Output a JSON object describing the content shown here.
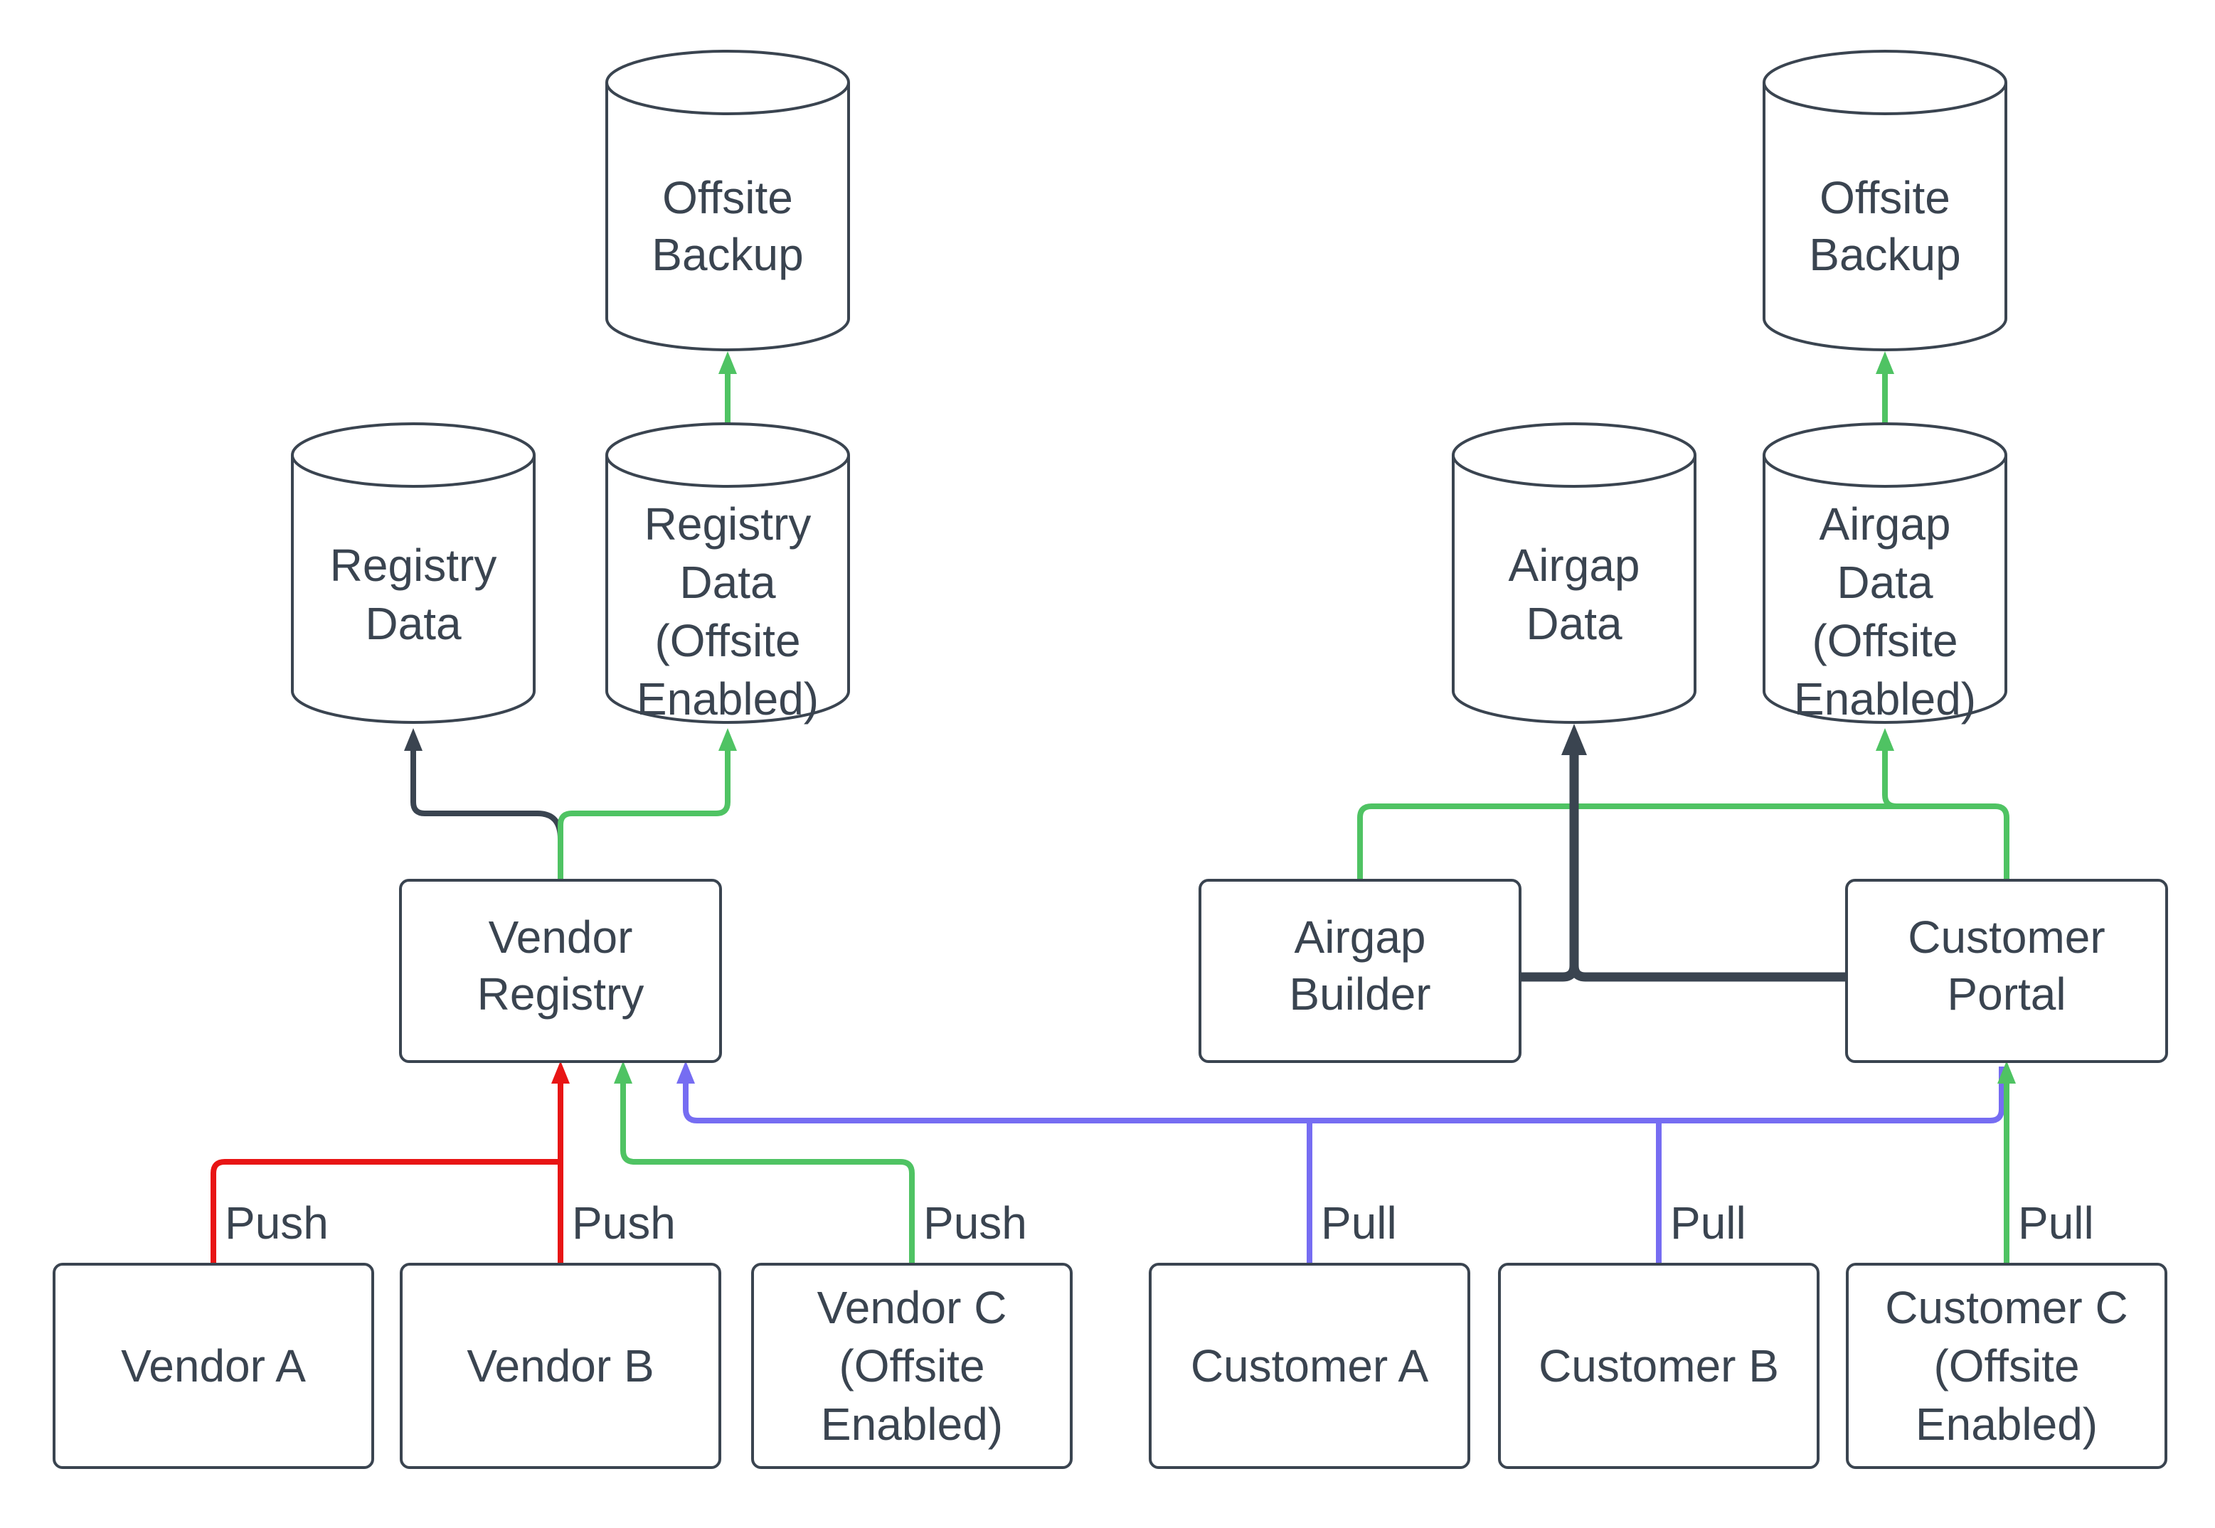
{
  "colors": {
    "dark": "#3a4450",
    "green": "#4fc363",
    "red": "#e81515",
    "purple": "#766df2",
    "background": "#ffffff"
  },
  "nodes": {
    "offsite_backup_left": {
      "type": "cylinder",
      "lines": [
        "Offsite",
        "Backup"
      ]
    },
    "registry_data": {
      "type": "cylinder",
      "lines": [
        "Registry",
        "Data"
      ]
    },
    "registry_data_offsite": {
      "type": "cylinder",
      "lines": [
        "Registry",
        "Data",
        "(Offsite",
        "Enabled)"
      ]
    },
    "vendor_registry": {
      "type": "box",
      "lines": [
        "Vendor",
        "Registry"
      ]
    },
    "vendor_a": {
      "type": "box",
      "lines": [
        "Vendor A"
      ]
    },
    "vendor_b": {
      "type": "box",
      "lines": [
        "Vendor B"
      ]
    },
    "vendor_c": {
      "type": "box",
      "lines": [
        "Vendor C",
        "(Offsite",
        "Enabled)"
      ]
    },
    "airgap_data": {
      "type": "cylinder",
      "lines": [
        "Airgap",
        "Data"
      ]
    },
    "airgap_data_offsite": {
      "type": "cylinder",
      "lines": [
        "Airgap",
        "Data",
        "(Offsite",
        "Enabled)"
      ]
    },
    "offsite_backup_right": {
      "type": "cylinder",
      "lines": [
        "Offsite",
        "Backup"
      ]
    },
    "airgap_builder": {
      "type": "box",
      "lines": [
        "Airgap",
        "Builder"
      ]
    },
    "customer_portal": {
      "type": "box",
      "lines": [
        "Customer",
        "Portal"
      ]
    },
    "customer_a": {
      "type": "box",
      "lines": [
        "Customer A"
      ]
    },
    "customer_b": {
      "type": "box",
      "lines": [
        "Customer B"
      ]
    },
    "customer_c": {
      "type": "box",
      "lines": [
        "Customer C",
        "(Offsite",
        "Enabled)"
      ]
    }
  },
  "edge_labels": {
    "vendor_a_push": "Push",
    "vendor_b_push": "Push",
    "vendor_c_push": "Push",
    "customer_a_pull": "Pull",
    "customer_b_pull": "Pull",
    "customer_c_pull": "Pull"
  }
}
